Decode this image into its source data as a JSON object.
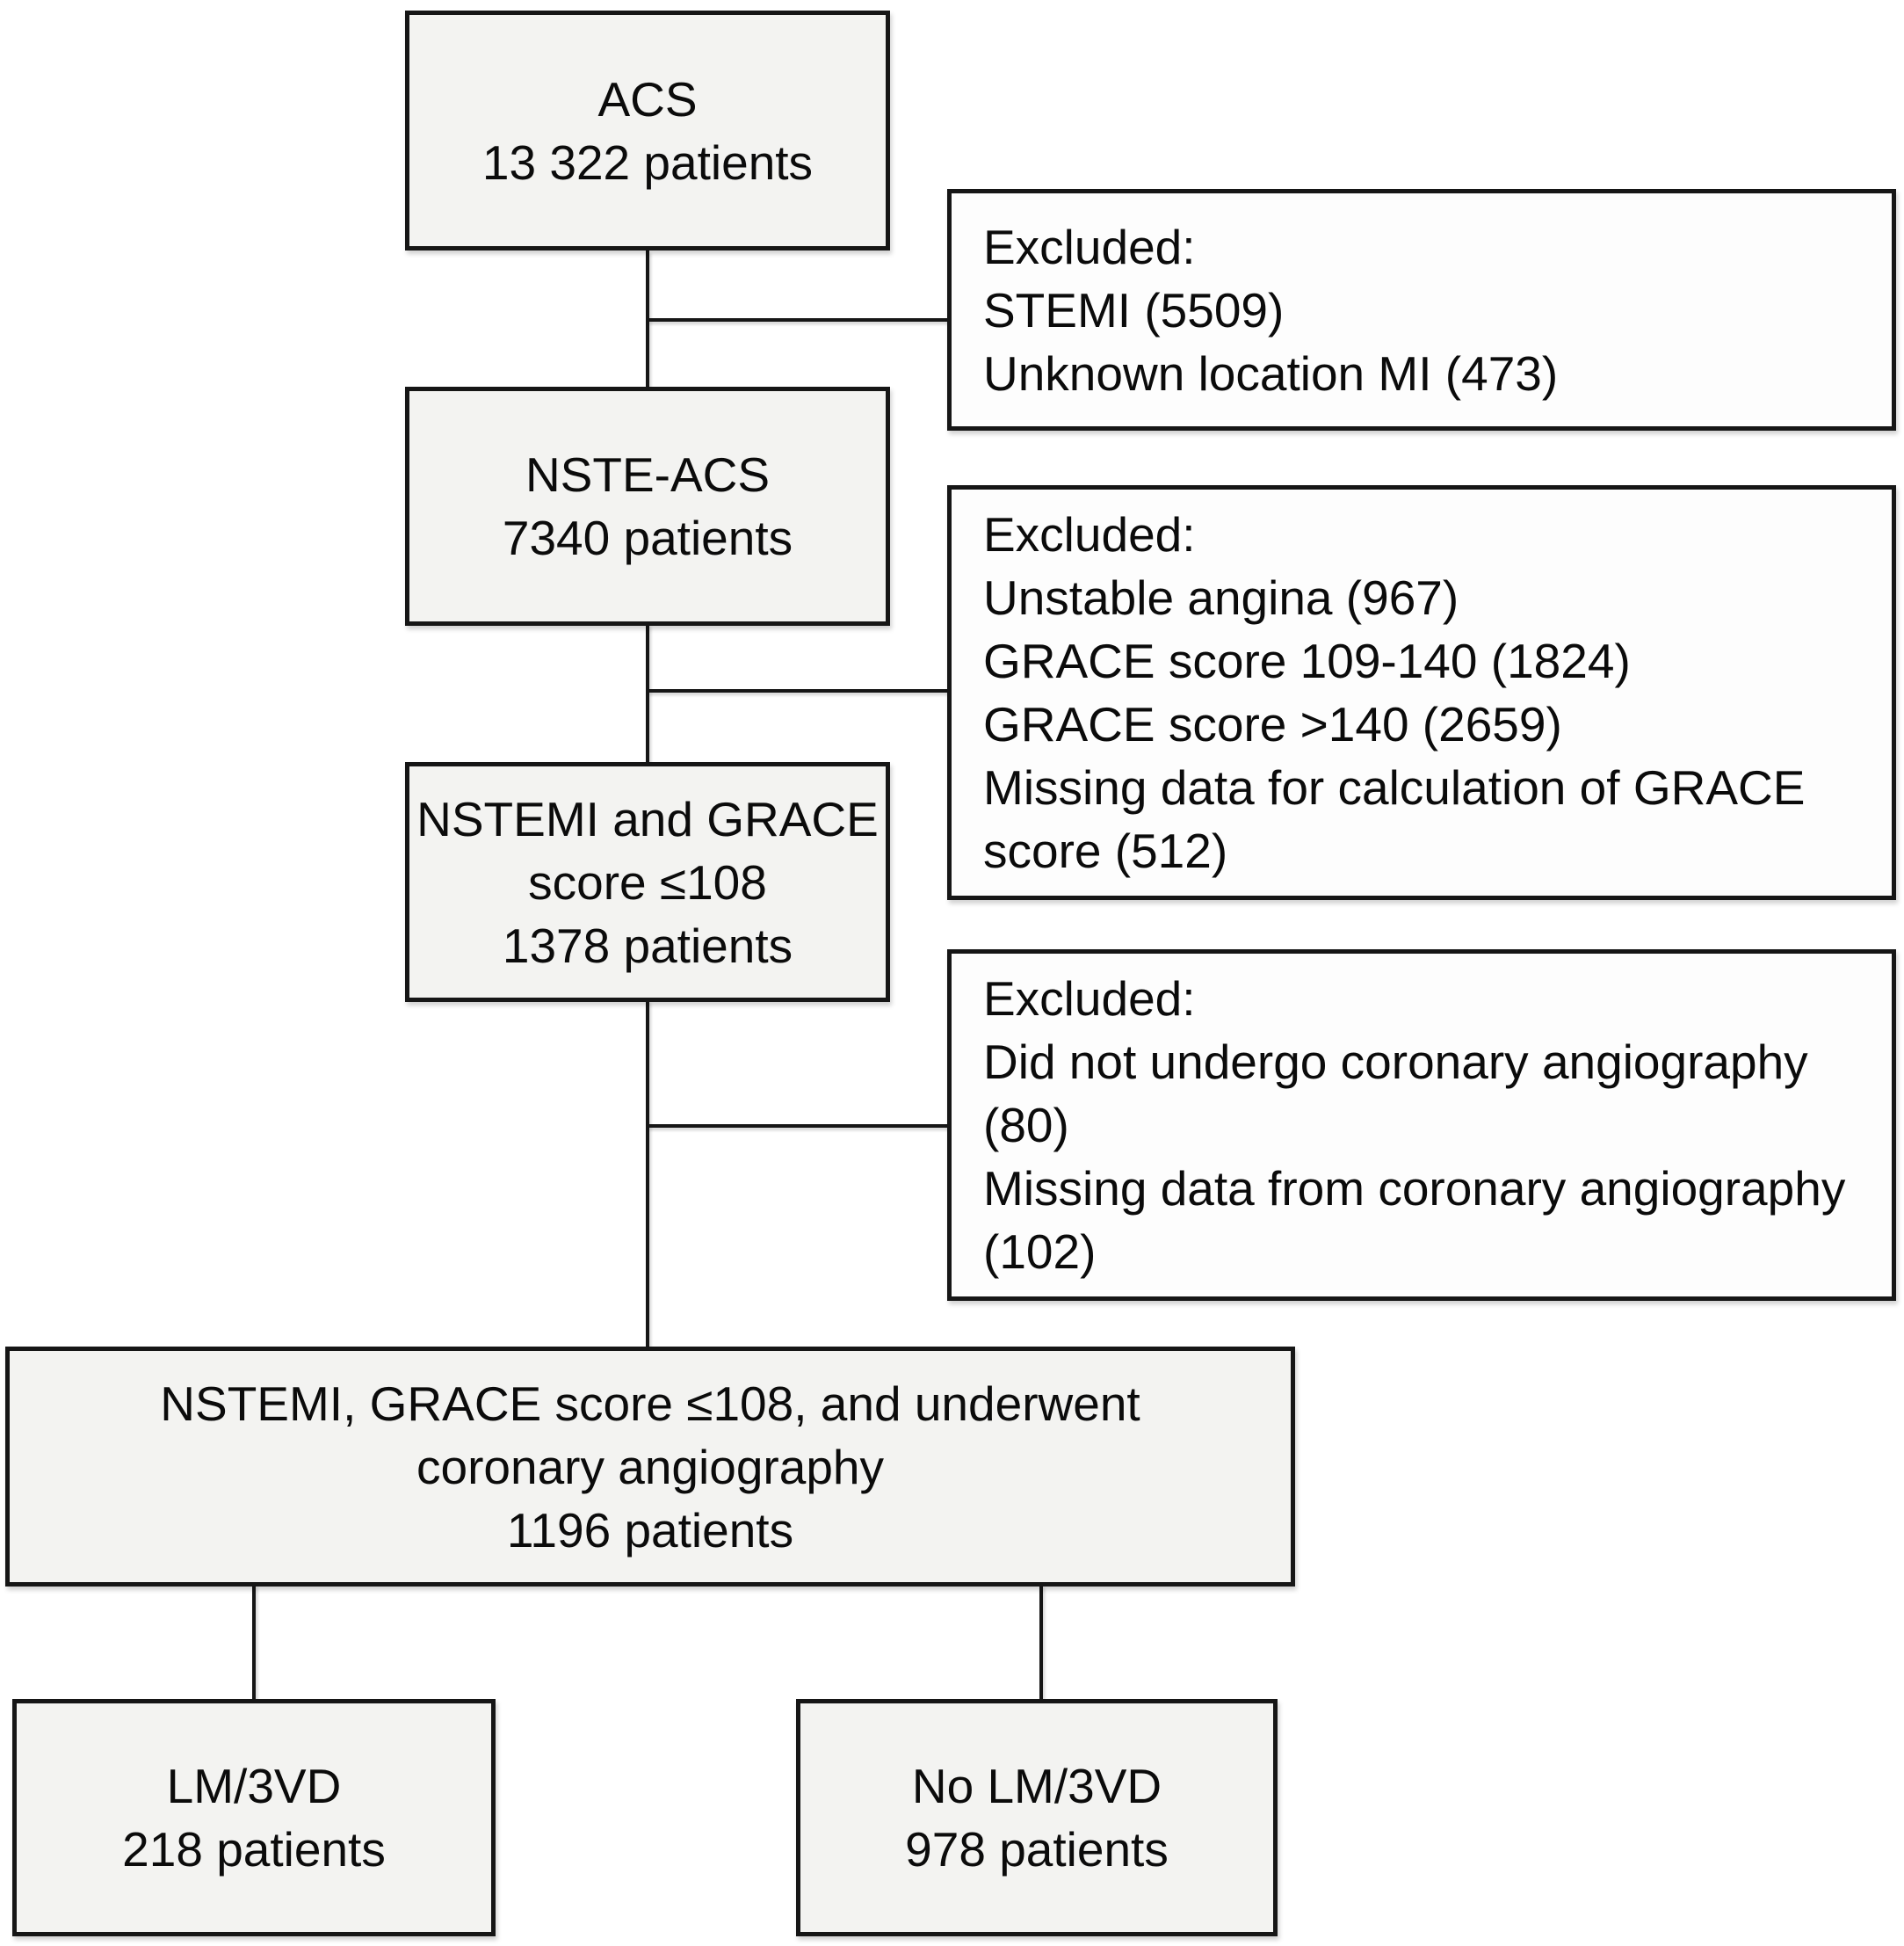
{
  "figure": {
    "type": "patient-flow-diagram",
    "background": "#ffffff",
    "colors": {
      "cohort_node_fill": "#f3f3f1",
      "excluded_node_fill": "#fdfdfd",
      "border": "#161616",
      "connector": "#161616",
      "text": "#0b0b0b"
    }
  },
  "diagram": {
    "nodes": {
      "acs": {
        "lines": [
          "ACS",
          "13 322 patients"
        ]
      },
      "excluded_stemi": {
        "lines": [
          "Excluded:",
          "STEMI (5509)",
          "Unknown location MI (473)"
        ]
      },
      "nste_acs": {
        "lines": [
          "NSTE-ACS",
          "7340 patients"
        ]
      },
      "excluded_grace": {
        "lines": [
          "Excluded:",
          "Unstable angina (967)",
          "GRACE score 109-140 (1824)",
          "GRACE score >140 (2659)",
          "Missing data for calculation of GRACE score (512)"
        ]
      },
      "nstemi_grace": {
        "lines": [
          "NSTEMI and GRACE",
          "score ≤108",
          "1378 patients"
        ]
      },
      "excluded_angiography": {
        "lines": [
          "Excluded:",
          "Did not undergo coronary angiography (80)",
          "Missing data from coronary angiography (102)"
        ]
      },
      "final_cohort": {
        "lines": [
          "NSTEMI, GRACE score ≤108, and underwent",
          "coronary angiography",
          "1196 patients"
        ]
      },
      "lm_3vd": {
        "lines": [
          "LM/3VD",
          "218 patients"
        ]
      },
      "no_lm_3vd": {
        "lines": [
          "No LM/3VD",
          "978 patients"
        ]
      }
    }
  }
}
